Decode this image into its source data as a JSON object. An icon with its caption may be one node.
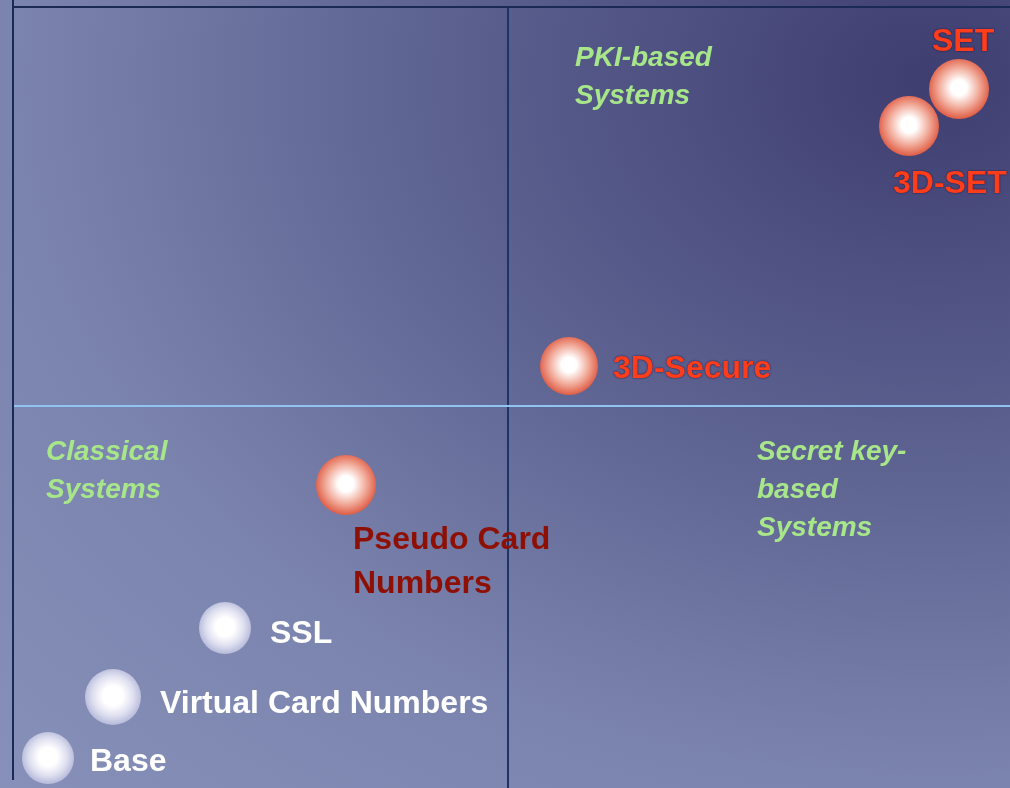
{
  "diagram": {
    "nodes": [
      {
        "text": [],
        "shape": "circle",
        "beside": [
          "SET"
        ]
      },
      {
        "text": [],
        "shape": "circle",
        "beside": [
          "3D-SET"
        ]
      },
      {
        "text": [],
        "shape": "circle",
        "beside": [
          "3D-Secure"
        ]
      },
      {
        "text": [],
        "shape": "circle",
        "beside": [
          "Pseudo Card Numbers"
        ]
      },
      {
        "text": [],
        "shape": "circle",
        "beside": [
          "SSL"
        ]
      },
      {
        "text": [],
        "shape": "circle",
        "beside": [
          "Virtual Card Numbers"
        ]
      },
      {
        "text": [],
        "shape": "circle",
        "beside": [
          "Base"
        ]
      }
    ],
    "edges": [],
    "labels": [
      "PKI-based Systems",
      "Classical Systems",
      "Secret key-based Systems"
    ]
  }
}
